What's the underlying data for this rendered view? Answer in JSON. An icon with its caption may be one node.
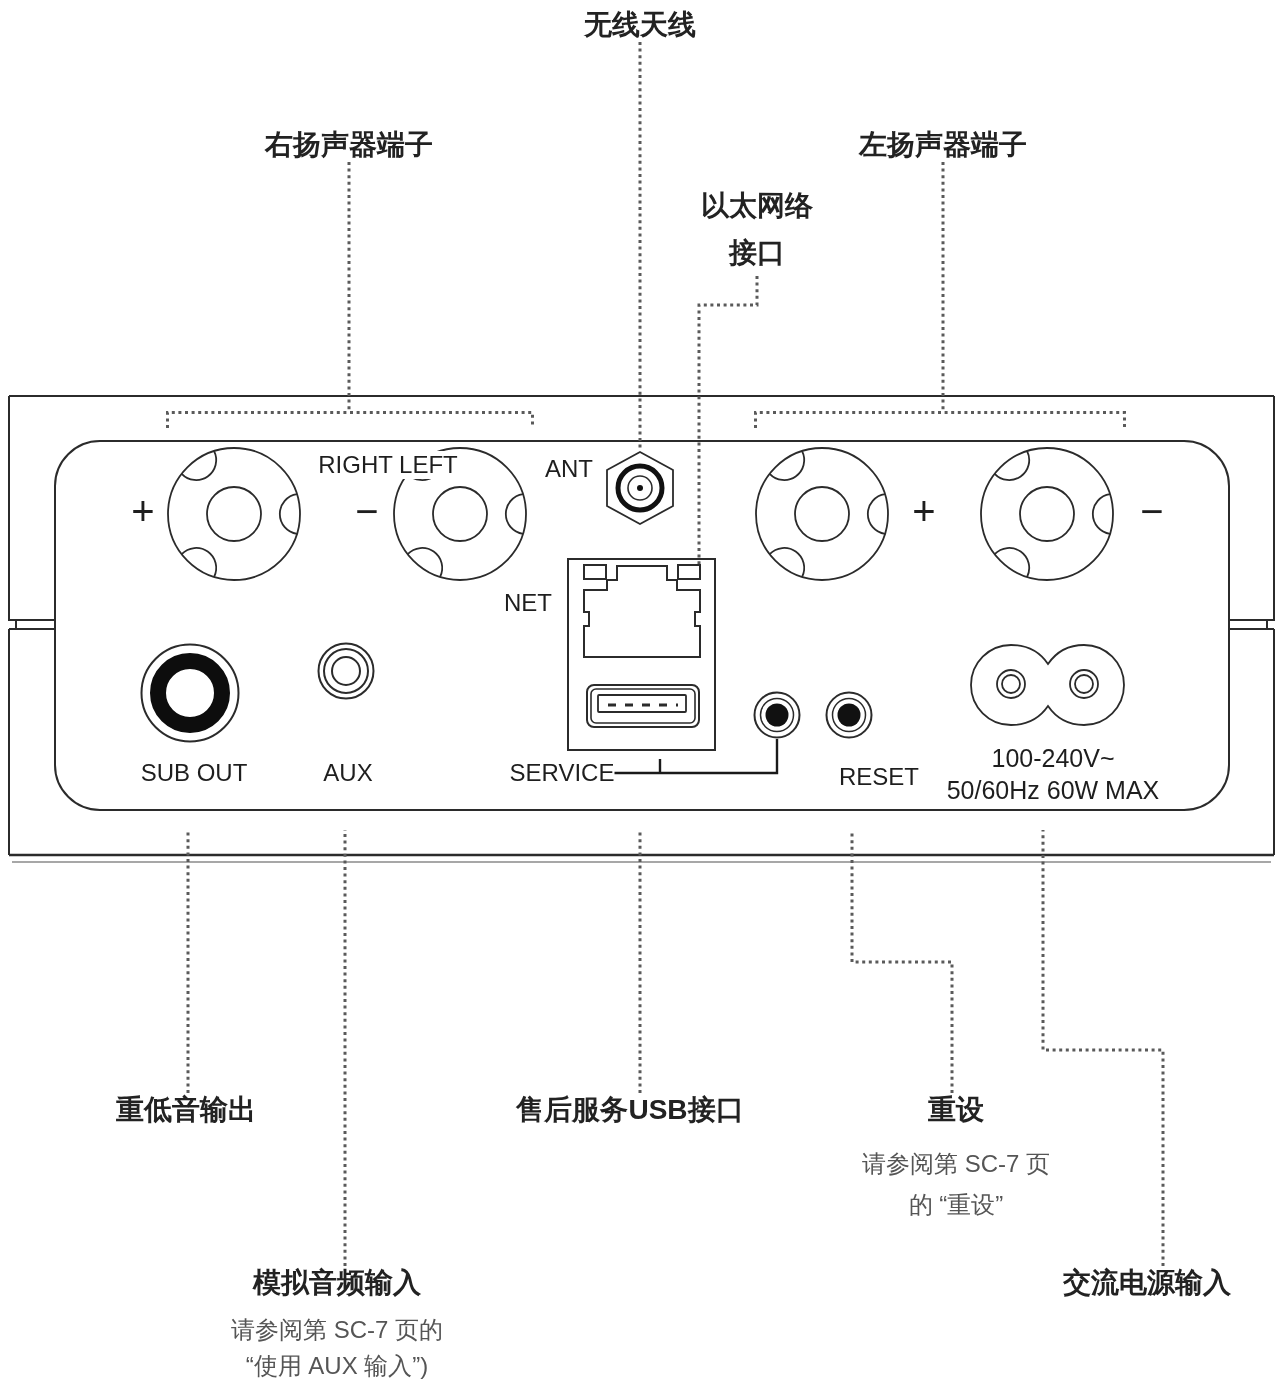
{
  "diagram": {
    "nodes": [
      {
        "text": [
          "无线天线"
        ]
      },
      {
        "text": [
          "右扬声器端子"
        ]
      },
      {
        "text": [
          "左扬声器端子"
        ]
      },
      {
        "text": [
          "以太网络接口"
        ]
      },
      {
        "text": [
          "+",
          "−"
        ]
      },
      {
        "text": [],
        "shape": "picture"
      },
      {
        "text": [
          "+",
          "−"
        ]
      },
      {
        "text": [],
        "shape": "picture"
      },
      {
        "text": [
          "SERVICE"
        ]
      },
      {
        "text": [],
        "shape": "picture"
      },
      {
        "text": [
          "重低音输出"
        ]
      },
      {
        "text": [
          "售后服务USB接口"
        ]
      },
      {
        "text": [
          "重设",
          "请参阅第 SC-7 页的 “重设”"
        ]
      },
      {
        "text": [
          "模拟音频输入",
          "请参阅第 SC-7 页的 “使用 AUX 输入”)"
        ]
      },
      {
        "text": [
          "交流电源输入"
        ]
      }
    ],
    "edges": [
      {
        "from": 0,
        "to": 5,
        "arrow": "none",
        "style": "dashed"
      },
      {
        "from": 1,
        "to": 4,
        "arrow": "none",
        "style": "dashed"
      },
      {
        "from": 2,
        "to": 6,
        "arrow": "none",
        "style": "dashed"
      },
      {
        "from": 3,
        "to": 7,
        "arrow": "none",
        "style": "dashed"
      },
      {
        "from": 8,
        "to": 9,
        "arrow": "none",
        "color": "#1a1a1a"
      },
      {
        "from": 10,
        "to": null,
        "arrow": "none",
        "style": "dashed"
      },
      {
        "from": 11,
        "to": null,
        "arrow": "none",
        "style": "dashed"
      },
      {
        "from": 12,
        "to": null,
        "arrow": "none",
        "style": "dashed"
      },
      {
        "from": 13,
        "to": null,
        "arrow": "none",
        "style": "dashed"
      },
      {
        "from": 14,
        "to": null,
        "arrow": "none",
        "style": "dashed"
      }
    ],
    "labels": [
      "RIGHT LEFT",
      "ANT",
      "NET",
      "SUB OUT",
      "AUX",
      "RESET",
      "100-240V~ 50/60Hz 60W MAX"
    ]
  }
}
